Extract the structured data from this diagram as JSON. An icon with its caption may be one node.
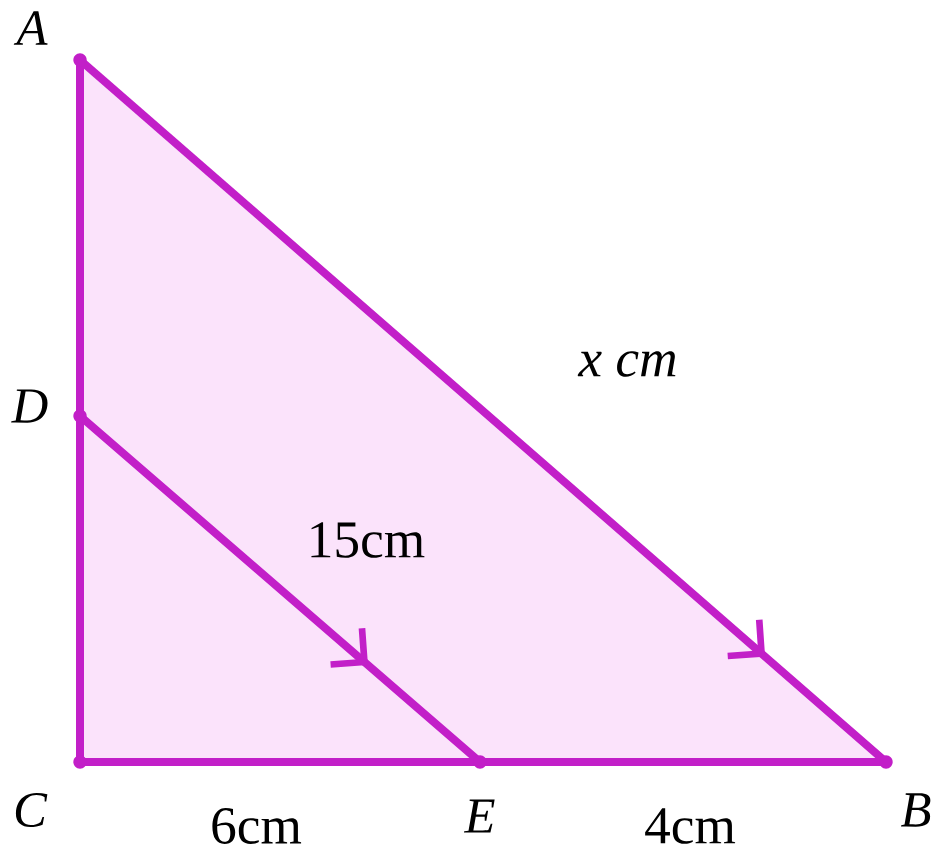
{
  "diagram": {
    "nodes": [
      {
        "text": [],
        "shape": "point",
        "beside": [
          "A"
        ]
      },
      {
        "text": [],
        "shape": "point",
        "beside": [
          "D"
        ]
      },
      {
        "text": [],
        "shape": "point",
        "beside": [
          "C"
        ]
      },
      {
        "text": [],
        "shape": "point",
        "beside": [
          "E"
        ]
      },
      {
        "text": [],
        "shape": "point",
        "beside": [
          "B"
        ]
      }
    ],
    "edges": [
      {
        "from": 0,
        "to": 4,
        "arrow": "to",
        "label": "x cm"
      },
      {
        "from": 1,
        "to": 3,
        "arrow": "to",
        "label": "15cm"
      },
      {
        "from": 2,
        "to": 3,
        "arrow": "none",
        "label": "6cm"
      },
      {
        "from": 3,
        "to": 4,
        "arrow": "none",
        "label": "4cm"
      },
      {
        "from": 2,
        "to": 1,
        "arrow": "none"
      },
      {
        "from": 1,
        "to": 0,
        "arrow": "none"
      }
    ]
  }
}
